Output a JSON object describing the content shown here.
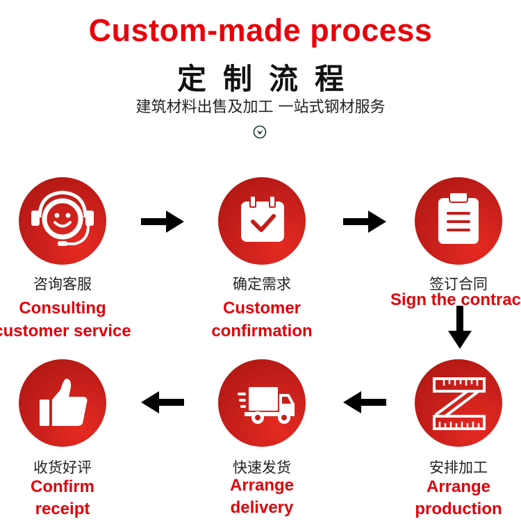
{
  "header": {
    "title_en": "Custom-made process",
    "title_cn": "定制流程",
    "subtitle": "建筑材料出售及加工 一站式钢材服务",
    "badge_icon": "chevron-down-circle-icon"
  },
  "colors": {
    "accent_red": "#e0000a",
    "circle_red": "#c41e1a",
    "text_dark": "#222222",
    "arrow": "#000000"
  },
  "steps": [
    {
      "cn": "咨询客服",
      "en_line1": "Consulting",
      "en_line2": "customer service",
      "icon": "headset-smiley-icon"
    },
    {
      "cn": "确定需求",
      "en_line1": "Customer",
      "en_line2": "confirmation",
      "icon": "calendar-check-icon"
    },
    {
      "cn": "签订合同",
      "en_line1": "Sign the contract",
      "en_line2": "",
      "icon": "clipboard-icon"
    },
    {
      "cn": "安排加工",
      "en_line1": "Arrange",
      "en_line2": "production",
      "icon": "ruler-z-icon"
    },
    {
      "cn": "快速发货",
      "en_line1": "Arrange",
      "en_line2": "delivery",
      "icon": "delivery-truck-icon"
    },
    {
      "cn": "收货好评",
      "en_line1": "Confirm",
      "en_line2": "receipt",
      "icon": "thumbs-up-icon"
    }
  ],
  "arrows": [
    "arrow-right",
    "arrow-right",
    "arrow-down",
    "arrow-left",
    "arrow-left"
  ]
}
